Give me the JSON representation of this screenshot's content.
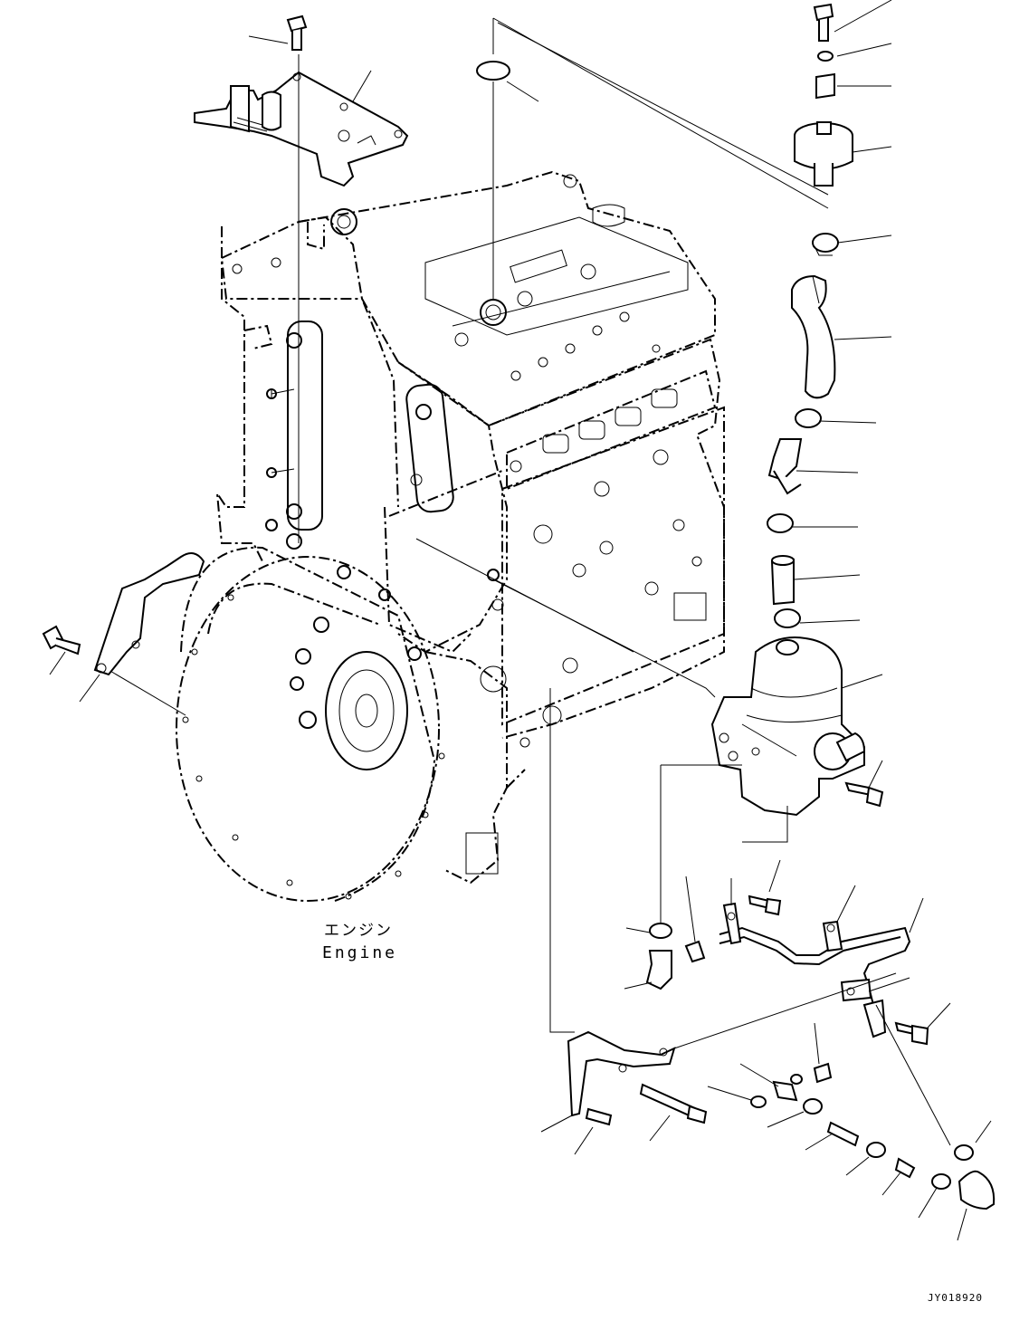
{
  "engine_label_jp": "エンジン",
  "engine_label_en": "Engine",
  "drawing_code": "JY018920"
}
